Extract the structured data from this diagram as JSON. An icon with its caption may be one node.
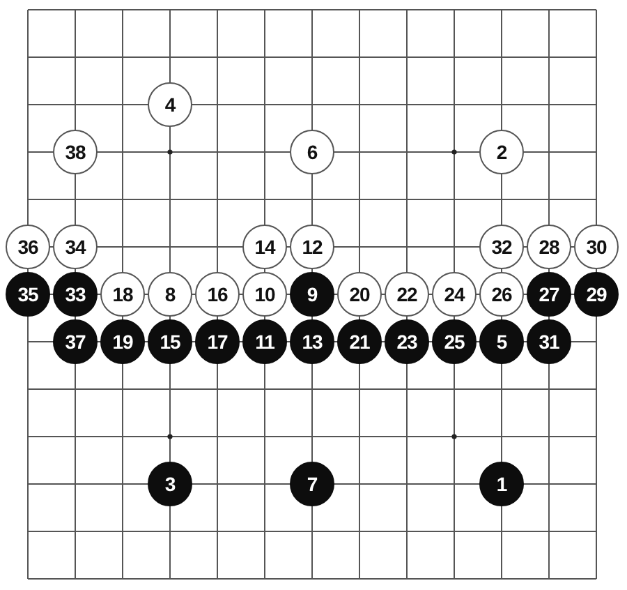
{
  "diagram": {
    "nodes": [
      {
        "text": [
          "4"
        ]
      },
      {
        "text": [
          "38"
        ]
      },
      {
        "text": [
          "6"
        ]
      },
      {
        "text": [
          "2"
        ]
      },
      {
        "text": [
          "36"
        ]
      },
      {
        "text": [
          "34"
        ]
      },
      {
        "text": [
          "14"
        ]
      },
      {
        "text": [
          "12"
        ]
      },
      {
        "text": [
          "32"
        ]
      },
      {
        "text": [
          "28"
        ]
      },
      {
        "text": [
          "30"
        ]
      },
      {
        "text": [
          "35"
        ]
      },
      {
        "text": [
          "33"
        ]
      },
      {
        "text": [
          "18"
        ]
      },
      {
        "text": [
          "8"
        ]
      },
      {
        "text": [
          "16"
        ]
      },
      {
        "text": [
          "10"
        ]
      },
      {
        "text": [
          "9"
        ]
      },
      {
        "text": [
          "20"
        ]
      },
      {
        "text": [
          "22"
        ]
      },
      {
        "text": [
          "24"
        ]
      },
      {
        "text": [
          "26"
        ]
      },
      {
        "text": [
          "27"
        ]
      },
      {
        "text": [
          "29"
        ]
      },
      {
        "text": [
          "37"
        ]
      },
      {
        "text": [
          "19"
        ]
      },
      {
        "text": [
          "15"
        ]
      },
      {
        "text": [
          "17"
        ]
      },
      {
        "text": [
          "11"
        ]
      },
      {
        "text": [
          "13"
        ]
      },
      {
        "text": [
          "21"
        ]
      },
      {
        "text": [
          "23"
        ]
      },
      {
        "text": [
          "25"
        ]
      },
      {
        "text": [
          "5"
        ]
      },
      {
        "text": [
          "31"
        ]
      },
      {
        "text": [
          "3"
        ]
      },
      {
        "text": [
          "7"
        ]
      },
      {
        "text": [
          "1"
        ]
      }
    ]
  }
}
